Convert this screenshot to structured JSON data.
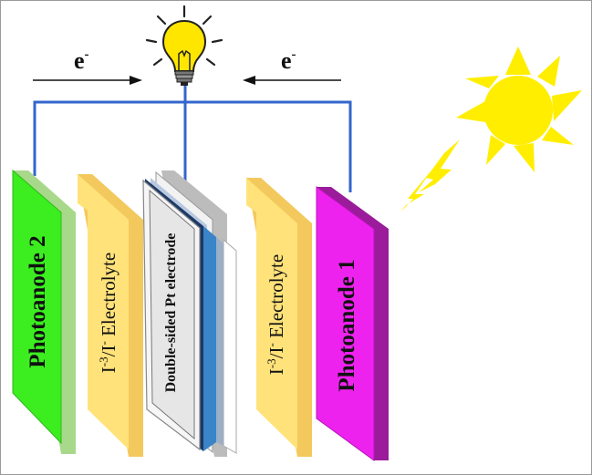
{
  "diagram": {
    "electron_left": {
      "base": "e",
      "sup": "-"
    },
    "electron_right": {
      "base": "e",
      "sup": "-"
    },
    "layers": {
      "photoanode_2": {
        "text": "Photoanode 2",
        "color": "#33ee22"
      },
      "electrolyte_left": {
        "a": "I",
        "sup1": "-3",
        "b": "/I",
        "sup2": "-",
        "c": " Electrolyte",
        "color": "#ffe27a"
      },
      "pt_electrode": {
        "text": "Double-sided Pt electrode",
        "color": "#ececec"
      },
      "electrolyte_right": {
        "a": "I",
        "sup1": "-3",
        "b": "/I",
        "sup2": "-",
        "c": " Electrolyte",
        "color": "#ffe27a"
      },
      "photoanode_1": {
        "text": "Photoanode 1",
        "color": "#ee22ee"
      }
    },
    "icons": {
      "bulb": "light-bulb-icon",
      "sun": "sun-icon",
      "bolt": "lightning-bolt-icon"
    },
    "colors": {
      "wire": "#3366cc",
      "sun": "#ffee00"
    }
  }
}
